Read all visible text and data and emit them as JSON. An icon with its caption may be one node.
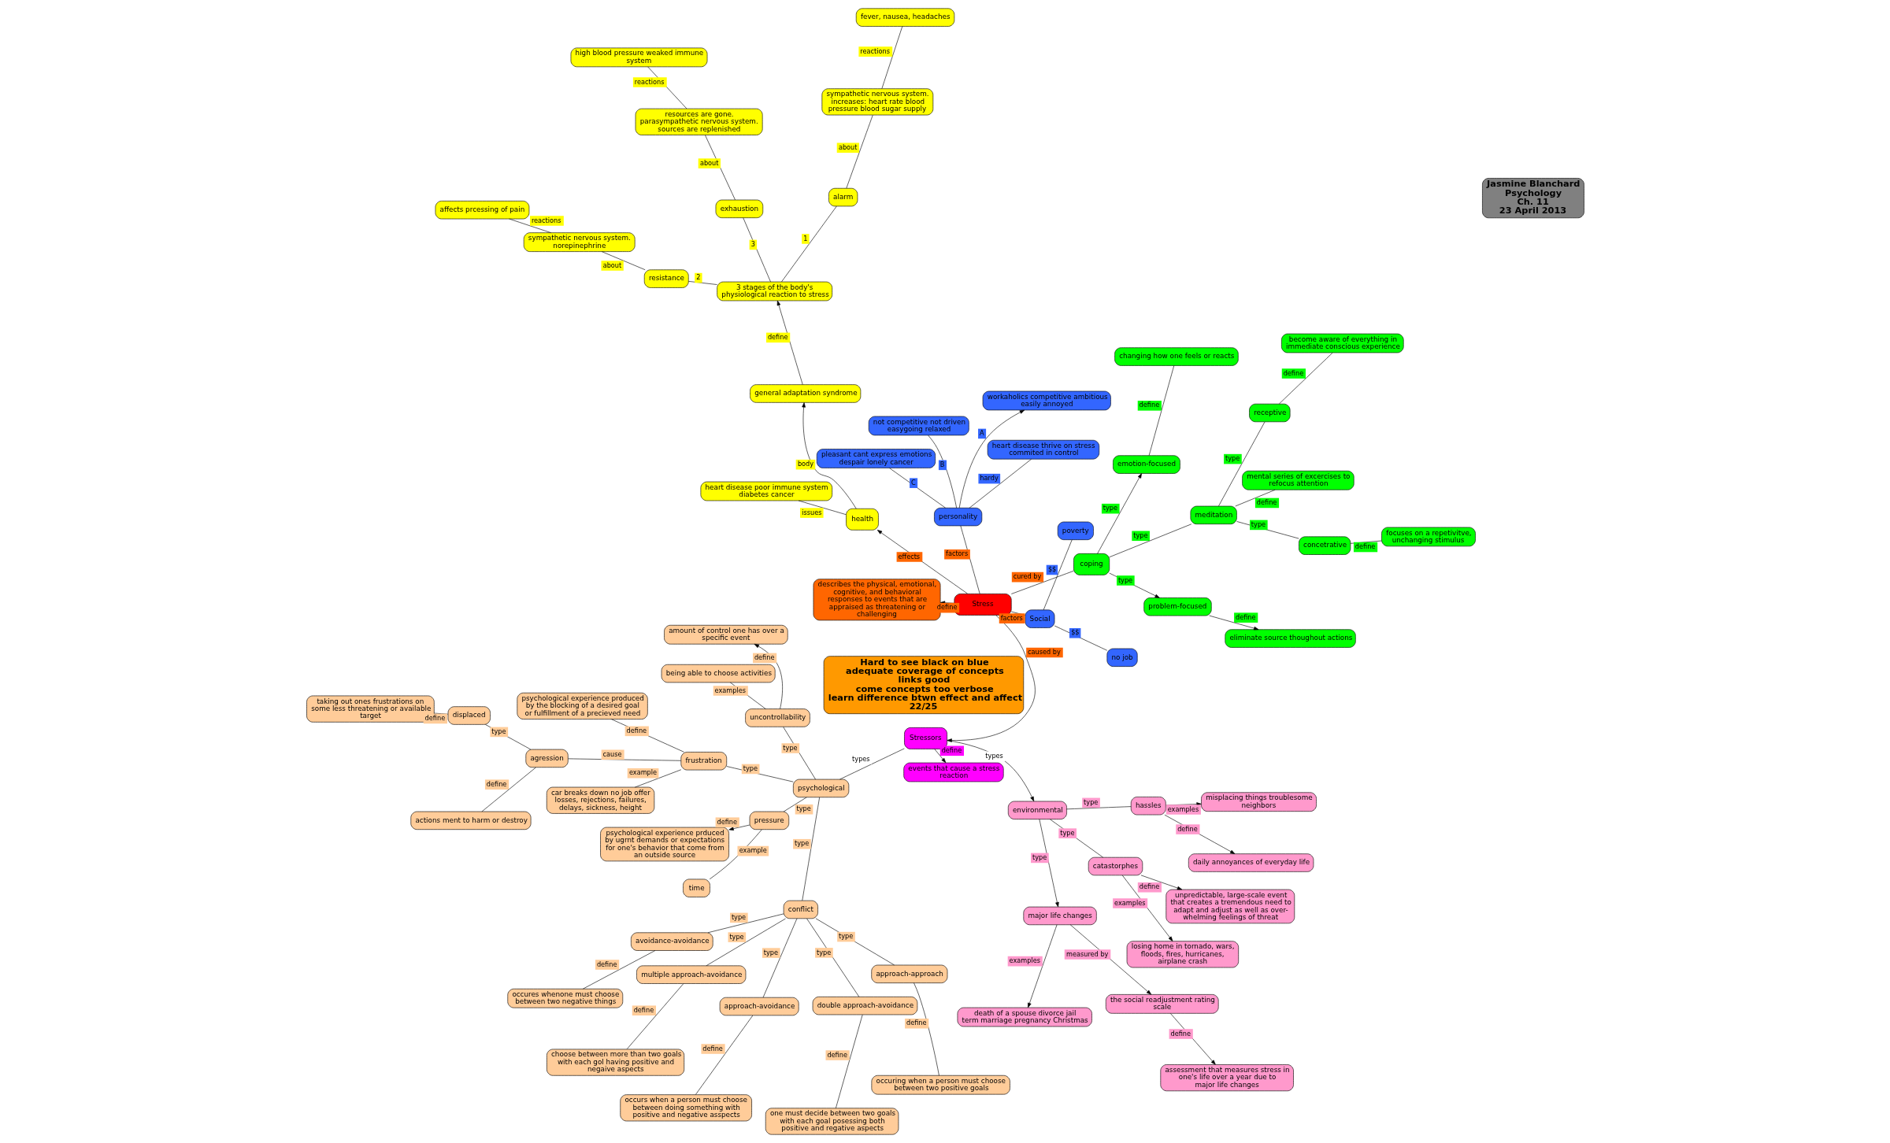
{
  "diagram": {
    "nodes": [
      {
        "text": [
          "3 stages of the body's physiological reaction to stress"
        ]
      },
      {
        "text": [
          "alarm"
        ]
      },
      {
        "text": [
          "resistance"
        ]
      },
      {
        "text": [
          "exhaustion"
        ]
      },
      {
        "text": [
          "general adaptation syndrome"
        ]
      },
      {
        "text": [
          "describes the physical, emotional, cognitive, and behavioral responses to events that are appraised as threatening or challenging"
        ]
      },
      {
        "text": [
          "sympathetic nervous system. increases: heart rate blood pressure blood sugar supply"
        ]
      },
      {
        "text": [
          "health"
        ]
      },
      {
        "text": [
          "Stress"
        ]
      },
      {
        "text": [
          "resources are gone. parasympathetic nervous system. sources are replenished"
        ]
      },
      {
        "text": [
          "fever, nausea, headaches"
        ]
      },
      {
        "text": [
          "sympathetic nervous system. norepinephrine"
        ]
      },
      {
        "text": [
          "affects prcessing of pain"
        ]
      },
      {
        "text": [
          "heart disease poor immune system diabetes cancer"
        ]
      },
      {
        "text": [
          "high blood pressure weaked immune system"
        ]
      },
      {
        "text": [
          "events that cause a stress reaction"
        ]
      },
      {
        "text": [
          "Stressors"
        ]
      },
      {
        "text": [
          "coping"
        ]
      },
      {
        "text": [
          "Social"
        ]
      },
      {
        "text": [
          "poverty"
        ]
      },
      {
        "text": [
          "no job"
        ]
      },
      {
        "text": [
          "meditation"
        ]
      },
      {
        "text": [
          "personality"
        ]
      },
      {
        "text": [
          "workaholics competitive ambitious easily annoyed"
        ]
      },
      {
        "text": [
          "not competitive not driven easygoing relaxed"
        ]
      },
      {
        "text": [
          "pleasant cant express emotions despair lonely cancer"
        ]
      },
      {
        "text": [
          "heart disease thrive on stress commited in control"
        ]
      },
      {
        "text": [
          "receptive"
        ]
      },
      {
        "text": [
          "concetrative"
        ]
      },
      {
        "text": [
          "become aware of everything in immediate conscious experience"
        ]
      },
      {
        "text": [
          "focuses on a repetivitve, unchanging stimulus"
        ]
      },
      {
        "text": [
          "mental series of excercises to refocus attention"
        ]
      },
      {
        "text": [
          "problem-focused"
        ]
      },
      {
        "text": [
          "eliminate source thoughout actions"
        ]
      },
      {
        "text": [
          "emotion-focused"
        ]
      },
      {
        "text": [
          "changing how one feels or reacts"
        ]
      },
      {
        "text": [
          "Hard to see black on blue",
          "adequate coverage of concepts",
          "links good",
          "come concepts too verbose",
          "learn difference btwn effect and affect",
          "22/25"
        ]
      },
      {
        "text": [
          "Jasmine Blanchard",
          "Psychology",
          "Ch. 11",
          "23 April 2013"
        ]
      },
      {
        "text": [
          "environmental"
        ]
      },
      {
        "text": [
          "major life changes"
        ]
      },
      {
        "text": [
          "death of a spouse divorce jail term marriage pregnancy Christmas"
        ]
      },
      {
        "text": [
          "the social readjustment rating scale"
        ]
      },
      {
        "text": [
          "assessment that measures stress in one's life over a year due to major life changes"
        ]
      },
      {
        "text": [
          "hassles"
        ]
      },
      {
        "text": [
          "misplacing things troublesome neighbors"
        ]
      },
      {
        "text": [
          "daily annoyances of everyday life"
        ]
      },
      {
        "text": [
          "catastorphes"
        ]
      },
      {
        "text": [
          "losing home in tornado, wars, floods, fires, hurricanes, airplane crash"
        ]
      },
      {
        "text": [
          "unpredictable, large-scale event that creates a tremendous need to adapt and adjust as well as over-whelming feelings of threat"
        ]
      },
      {
        "text": [
          "psychological"
        ]
      },
      {
        "text": [
          "pressure"
        ]
      },
      {
        "text": [
          "time"
        ]
      },
      {
        "text": [
          "psychological experience prduced by ugrnt demands or expectations for one's behavior that come from an outside source"
        ]
      },
      {
        "text": [
          "conflict"
        ]
      },
      {
        "text": [
          "frustration"
        ]
      },
      {
        "text": [
          "uncontrollability"
        ]
      },
      {
        "text": [
          "approach-approach"
        ]
      },
      {
        "text": [
          "double approach-avoidance"
        ]
      },
      {
        "text": [
          "avoidance-avoidance"
        ]
      },
      {
        "text": [
          "approach-avoidance"
        ]
      },
      {
        "text": [
          "multiple approach-avoidance"
        ]
      },
      {
        "text": [
          "occuring when a person must choose between two positive goals"
        ]
      },
      {
        "text": [
          "one must decide between two goals with each goal posessing both positive and regative aspects"
        ]
      },
      {
        "text": [
          "occurs when a person must choose between doing something with positive and negative asspects"
        ]
      },
      {
        "text": [
          "choose between more than two goals with each gol having positive and negaive aspects"
        ]
      },
      {
        "text": [
          "occures whenone must choose between two negative things"
        ]
      },
      {
        "text": [
          "car breaks down no job offer losses, rejections, failures, delays, sickness, height"
        ]
      },
      {
        "text": [
          "being able to choose activities"
        ]
      },
      {
        "text": [
          "amount of control one has over a specific event"
        ]
      },
      {
        "text": [
          "psychological experience produced by the blocking of a desired goal or fulfillment of a precieved need"
        ]
      },
      {
        "text": [
          "agression"
        ]
      },
      {
        "text": [
          "displaced"
        ]
      },
      {
        "text": [
          "actions ment to harm or destroy"
        ]
      },
      {
        "text": [
          "taking out ones frustrations on some less threatening or available target"
        ]
      }
    ],
    "edges": [
      {
        "from": 0,
        "to": 1,
        "label": "1",
        "arrow": "none"
      },
      {
        "from": 0,
        "to": 2,
        "label": "2",
        "arrow": "none"
      },
      {
        "from": 0,
        "to": 3,
        "label": "3",
        "arrow": "none"
      },
      {
        "from": 4,
        "to": 0,
        "label": "define",
        "arrow": "to"
      },
      {
        "from": 7,
        "to": 4,
        "label": "body",
        "arrow": "to"
      },
      {
        "from": 8,
        "to": 7,
        "label": "effects",
        "arrow": "to"
      },
      {
        "from": 8,
        "to": 5,
        "label": "define",
        "arrow": "to"
      },
      {
        "from": 8,
        "to": 16,
        "label": "caused by",
        "arrow": "to"
      },
      {
        "from": 16,
        "to": 15,
        "label": "define",
        "arrow": "to"
      },
      {
        "from": 16,
        "to": 38,
        "label": "types",
        "arrow": "to"
      },
      {
        "from": 16,
        "to": 49,
        "label": "types",
        "arrow": "none"
      },
      {
        "from": 8,
        "to": 17,
        "label": "cured by",
        "arrow": "none"
      },
      {
        "from": 8,
        "to": 18,
        "label": "factors",
        "arrow": "none"
      },
      {
        "from": 8,
        "to": 22,
        "label": "factors",
        "arrow": "none"
      },
      {
        "from": 18,
        "to": 19,
        "label": "$$",
        "arrow": "none"
      },
      {
        "from": 18,
        "to": 20,
        "label": "$$",
        "arrow": "none"
      },
      {
        "from": 22,
        "to": 23,
        "label": "A",
        "arrow": "to"
      },
      {
        "from": 22,
        "to": 24,
        "label": "B",
        "arrow": "none"
      },
      {
        "from": 22,
        "to": 25,
        "label": "C",
        "arrow": "none"
      },
      {
        "from": 22,
        "to": 26,
        "label": "hardy",
        "arrow": "none"
      },
      {
        "from": 7,
        "to": 13,
        "label": "issues",
        "arrow": "none"
      },
      {
        "from": 1,
        "to": 6,
        "label": "about",
        "arrow": "none"
      },
      {
        "from": 6,
        "to": 10,
        "label": "reactions",
        "arrow": "none"
      },
      {
        "from": 2,
        "to": 11,
        "label": "about",
        "arrow": "none"
      },
      {
        "from": 11,
        "to": 12,
        "label": "reactions",
        "arrow": "none"
      },
      {
        "from": 3,
        "to": 9,
        "label": "about",
        "arrow": "none"
      },
      {
        "from": 9,
        "to": 14,
        "label": "reactions",
        "arrow": "none"
      },
      {
        "from": 17,
        "to": 32,
        "label": "type",
        "arrow": "to"
      },
      {
        "from": 17,
        "to": 34,
        "label": "type",
        "arrow": "to"
      },
      {
        "from": 17,
        "to": 21,
        "label": "type",
        "arrow": "none"
      },
      {
        "from": 32,
        "to": 33,
        "label": "define",
        "arrow": "to"
      },
      {
        "from": 34,
        "to": 35,
        "label": "define",
        "arrow": "none"
      },
      {
        "from": 21,
        "to": 31,
        "label": "define",
        "arrow": "none"
      },
      {
        "from": 21,
        "to": 27,
        "label": "type",
        "arrow": "none"
      },
      {
        "from": 21,
        "to": 28,
        "label": "type",
        "arrow": "none"
      },
      {
        "from": 27,
        "to": 29,
        "label": "define",
        "arrow": "none"
      },
      {
        "from": 28,
        "to": 30,
        "label": "define",
        "arrow": "none"
      },
      {
        "from": 38,
        "to": 39,
        "label": "type",
        "arrow": "to"
      },
      {
        "from": 38,
        "to": 43,
        "label": "type",
        "arrow": "none"
      },
      {
        "from": 38,
        "to": 46,
        "label": "type",
        "arrow": "none"
      },
      {
        "from": 39,
        "to": 40,
        "label": "examples",
        "arrow": "to"
      },
      {
        "from": 39,
        "to": 41,
        "label": "measured by",
        "arrow": "to"
      },
      {
        "from": 41,
        "to": 42,
        "label": "define",
        "arrow": "to"
      },
      {
        "from": 43,
        "to": 44,
        "label": "examples",
        "arrow": "to"
      },
      {
        "from": 43,
        "to": 45,
        "label": "define",
        "arrow": "to"
      },
      {
        "from": 46,
        "to": 47,
        "label": "examples",
        "arrow": "to"
      },
      {
        "from": 46,
        "to": 48,
        "label": "define",
        "arrow": "to"
      },
      {
        "from": 49,
        "to": 53,
        "label": "type",
        "arrow": "none"
      },
      {
        "from": 49,
        "to": 54,
        "label": "type",
        "arrow": "none"
      },
      {
        "from": 49,
        "to": 55,
        "label": "type",
        "arrow": "none"
      },
      {
        "from": 49,
        "to": 50,
        "label": "type",
        "arrow": "none"
      },
      {
        "from": 50,
        "to": 51,
        "label": "example",
        "arrow": "none"
      },
      {
        "from": 50,
        "to": 52,
        "label": "define",
        "arrow": "to"
      },
      {
        "from": 53,
        "to": 60,
        "label": "type",
        "arrow": "none"
      },
      {
        "from": 53,
        "to": 57,
        "label": "type",
        "arrow": "none"
      },
      {
        "from": 53,
        "to": 59,
        "label": "type",
        "arrow": "none"
      },
      {
        "from": 53,
        "to": 58,
        "label": "type",
        "arrow": "none"
      },
      {
        "from": 53,
        "to": 56,
        "label": "type",
        "arrow": "none"
      },
      {
        "from": 56,
        "to": 61,
        "label": "define",
        "arrow": "none"
      },
      {
        "from": 57,
        "to": 62,
        "label": "define",
        "arrow": "none"
      },
      {
        "from": 59,
        "to": 63,
        "label": "define",
        "arrow": "none"
      },
      {
        "from": 60,
        "to": 64,
        "label": "define",
        "arrow": "none"
      },
      {
        "from": 58,
        "to": 65,
        "label": "define",
        "arrow": "none"
      },
      {
        "from": 54,
        "to": 66,
        "label": "example",
        "arrow": "none"
      },
      {
        "from": 54,
        "to": 69,
        "label": "define",
        "arrow": "none"
      },
      {
        "from": 54,
        "to": 70,
        "label": "cause",
        "arrow": "none"
      },
      {
        "from": 55,
        "to": 67,
        "label": "examples",
        "arrow": "none"
      },
      {
        "from": 55,
        "to": 68,
        "label": "define",
        "arrow": "to"
      },
      {
        "from": 70,
        "to": 71,
        "label": "type",
        "arrow": "none"
      },
      {
        "from": 70,
        "to": 72,
        "label": "define",
        "arrow": "none"
      },
      {
        "from": 71,
        "to": 73,
        "label": "define",
        "arrow": "none"
      }
    ]
  }
}
